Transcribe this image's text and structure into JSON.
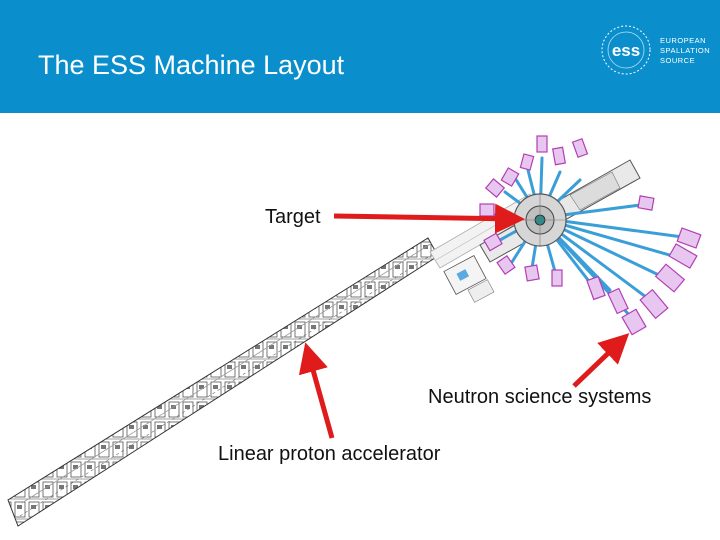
{
  "header": {
    "title": "The ESS Machine Layout",
    "logo": {
      "mark": "ess",
      "lines": [
        "EUROPEAN",
        "SPALLATION",
        "SOURCE"
      ]
    }
  },
  "diagram": {
    "labels": {
      "target": "Target",
      "neutron": "Neutron science systems",
      "accelerator": "Linear proton accelerator"
    }
  },
  "colors": {
    "header_bg": "#0a8fcc",
    "arrow": "#e01b1b",
    "beamline": "#3a9fd8",
    "instrument": "#b23fb4"
  }
}
